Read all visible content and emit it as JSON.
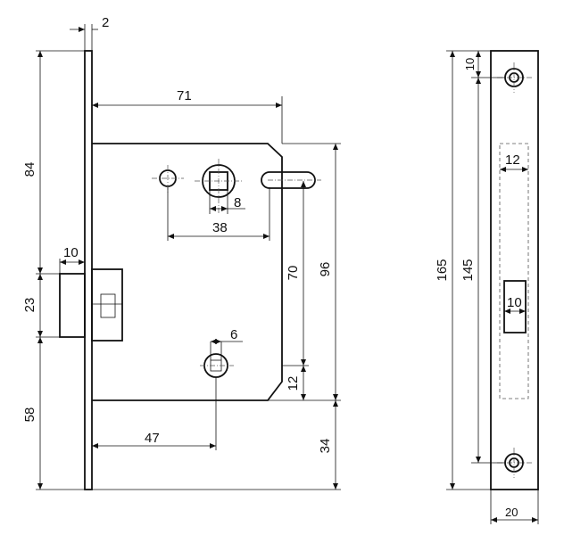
{
  "dimensions": {
    "faceplate_thickness": "2",
    "backset_width": "71",
    "top_to_latch": "84",
    "latch_height": "23",
    "latch_to_bottom": "58",
    "latch_projection": "10",
    "spindle_square": "8",
    "spindle_to_hole": "38",
    "spindle_to_cylinder": "70",
    "case_height": "96",
    "cylinder_square": "6",
    "bottom_gap": "12",
    "cylinder_backset": "47",
    "case_bottom_offset": "34",
    "strike_screw_offset": "10",
    "strike_length": "165",
    "strike_screw_spacing": "145",
    "strike_window_width": "12",
    "strike_latch_slot": "10",
    "strike_width": "20"
  },
  "colors": {
    "line": "#111111"
  }
}
